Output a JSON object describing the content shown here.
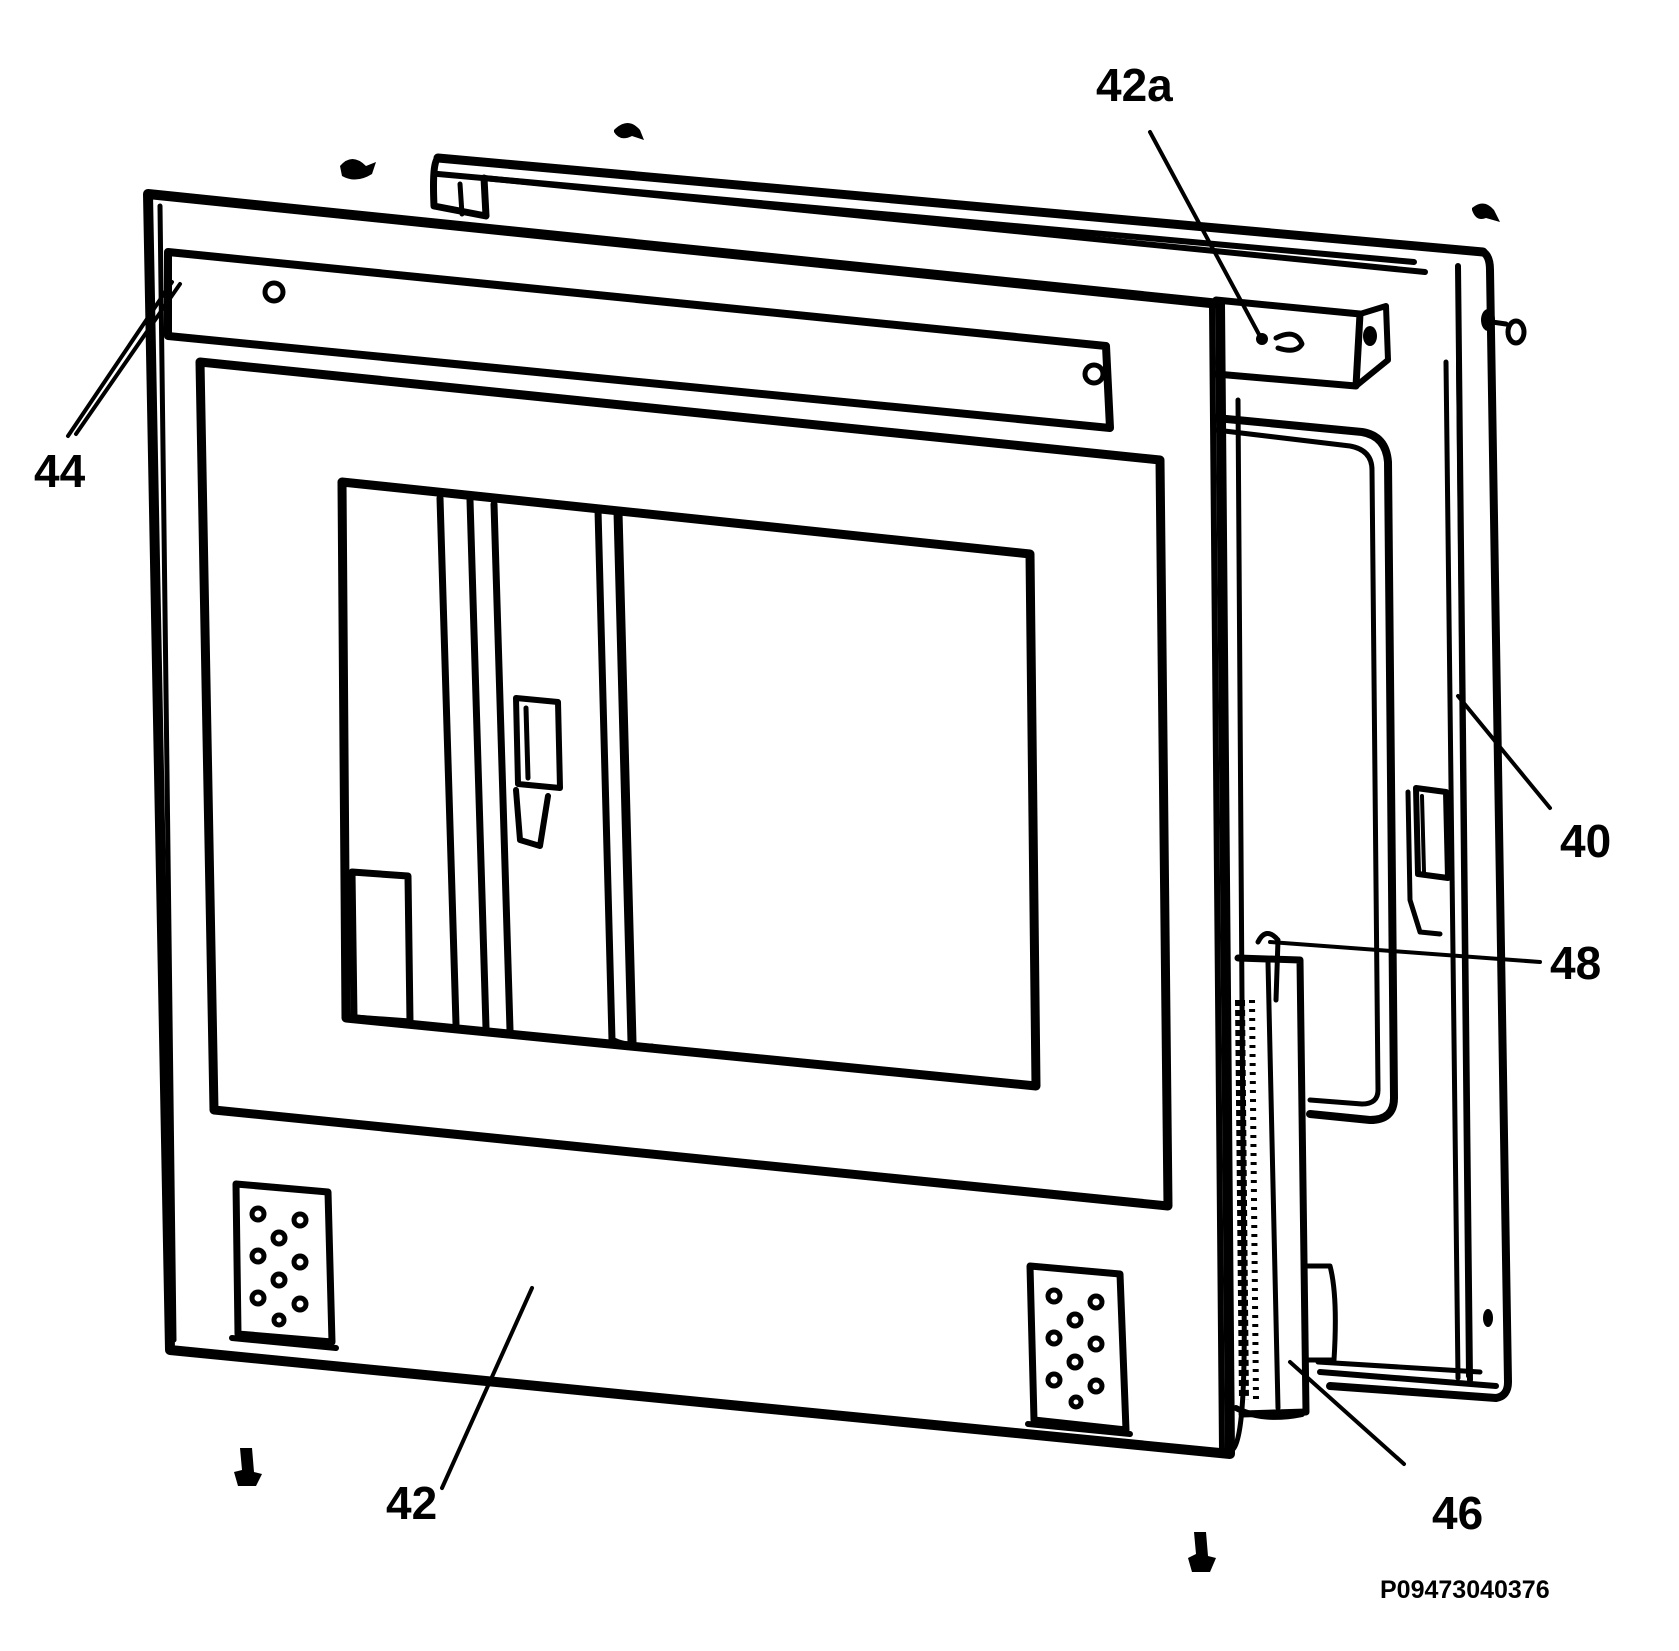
{
  "diagram": {
    "labels": {
      "l42a": "42a",
      "l44": "44",
      "l40": "40",
      "l48": "48",
      "l42": "42",
      "l46": "46"
    },
    "drawing_code": "P09473040376"
  }
}
